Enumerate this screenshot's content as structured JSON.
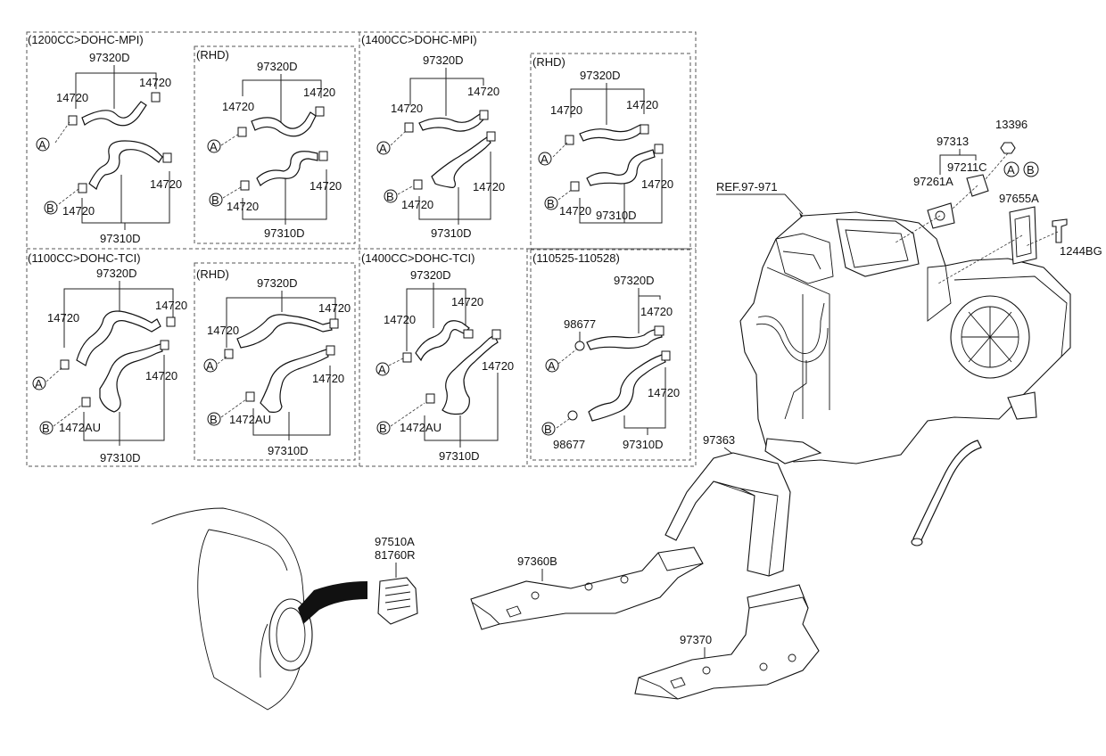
{
  "panels": {
    "p1": {
      "title": "(1200CC>DOHC-MPI)",
      "top": "97320D",
      "bottom": "97310D",
      "c1": "14720",
      "c2": "14720",
      "c3": "14720",
      "c4": "14720",
      "a": "A",
      "b": "B"
    },
    "p2": {
      "title": "(RHD)",
      "top": "97320D",
      "bottom": "97310D",
      "c1": "14720",
      "c2": "14720",
      "c3": "14720",
      "c4": "14720",
      "a": "A",
      "b": "B"
    },
    "p3": {
      "title": "(1400CC>DOHC-MPI)",
      "top": "97320D",
      "bottom": "97310D",
      "c1": "14720",
      "c2": "14720",
      "c3": "14720",
      "c4": "14720",
      "a": "A",
      "b": "B"
    },
    "p4": {
      "title": "(RHD)",
      "top": "97320D",
      "bottom": "97310D",
      "c1": "14720",
      "c2": "14720",
      "c3": "14720",
      "c4": "14720",
      "a": "A",
      "b": "B"
    },
    "p5": {
      "title": "(1100CC>DOHC-TCI)",
      "top": "97320D",
      "bottom": "97310D",
      "c1": "14720",
      "c2": "14720",
      "c3": "14720",
      "c4": "1472AU",
      "a": "A",
      "b": "B"
    },
    "p6": {
      "title": "(RHD)",
      "top": "97320D",
      "bottom": "97310D",
      "c1": "14720",
      "c2": "14720",
      "c3": "14720",
      "c4": "1472AU",
      "a": "A",
      "b": "B"
    },
    "p7": {
      "title": "(1400CC>DOHC-TCI)",
      "top": "97320D",
      "bottom": "97310D",
      "c1": "14720",
      "c2": "14720",
      "c3": "14720",
      "c4": "1472AU",
      "a": "A",
      "b": "B"
    },
    "p8": {
      "title": "(110525-110528)",
      "top": "97320D",
      "bottom": "97310D",
      "c1": "98677",
      "c2": "14720",
      "c3": "14720",
      "c4": "98677",
      "a": "A",
      "b": "B"
    }
  },
  "assembly": {
    "ref": "REF.97-971",
    "p13396": "13396",
    "p97313": "97313",
    "p97211C": "97211C",
    "p97261A": "97261A",
    "p97655A": "97655A",
    "p1244BG": "1244BG",
    "a": "A",
    "b": "B"
  },
  "ducts": {
    "p97363": "97363",
    "p97360B": "97360B",
    "p97370": "97370"
  },
  "vent": {
    "p97510A": "97510A",
    "p81760R": "81760R"
  }
}
